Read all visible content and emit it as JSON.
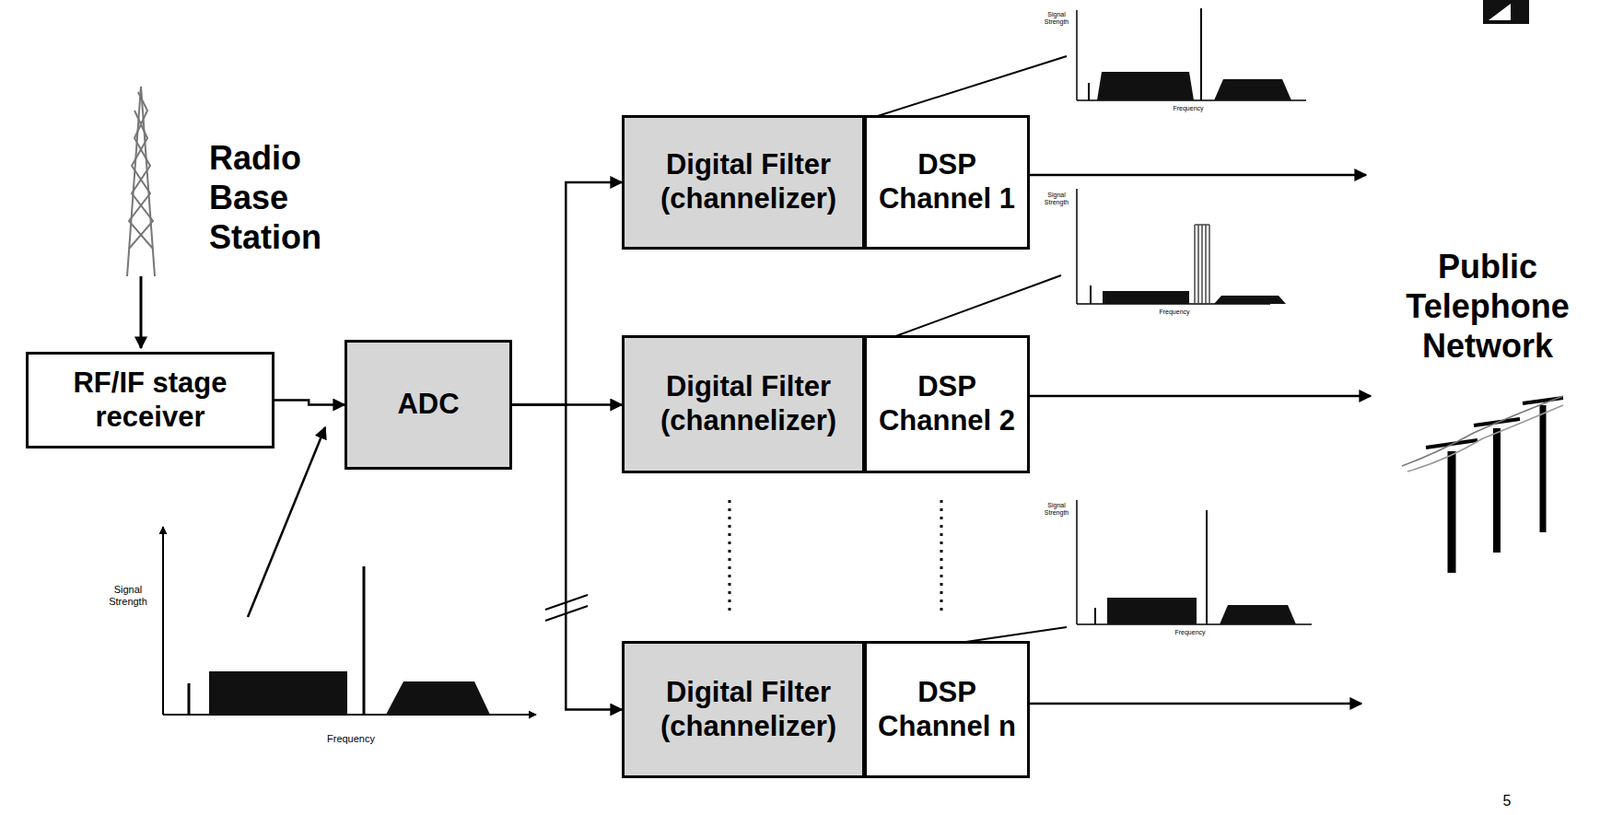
{
  "diagram": {
    "nodes": [
      {
        "text": [
          "RF/IF stage receiver"
        ]
      },
      {
        "text": [
          "ADC"
        ]
      },
      {
        "text": [
          "Digital Filter (channelizer)"
        ]
      },
      {
        "text": [
          "DSP Channel 1"
        ]
      },
      {
        "text": [
          "Digital Filter (channelizer)"
        ]
      },
      {
        "text": [
          "DSP Channel 2"
        ]
      },
      {
        "text": [
          "Digital Filter (channelizer)"
        ]
      },
      {
        "text": [
          "DSP Channel n"
        ]
      }
    ],
    "edges": [
      {
        "from": 0,
        "to": 1,
        "arrow": "to"
      },
      {
        "from": 1,
        "to": 2,
        "arrow": "to"
      },
      {
        "from": 1,
        "to": 4,
        "arrow": "to"
      },
      {
        "from": 1,
        "to": 6,
        "arrow": "to"
      }
    ],
    "labels": [
      "Radio Base Station",
      "Public Telephone Network",
      "Signal Strength",
      "Frequency",
      "Signal Strength",
      "Frequency",
      "Signal Strength",
      "Frequency",
      "Signal Strength",
      "Frequency",
      "5"
    ]
  }
}
